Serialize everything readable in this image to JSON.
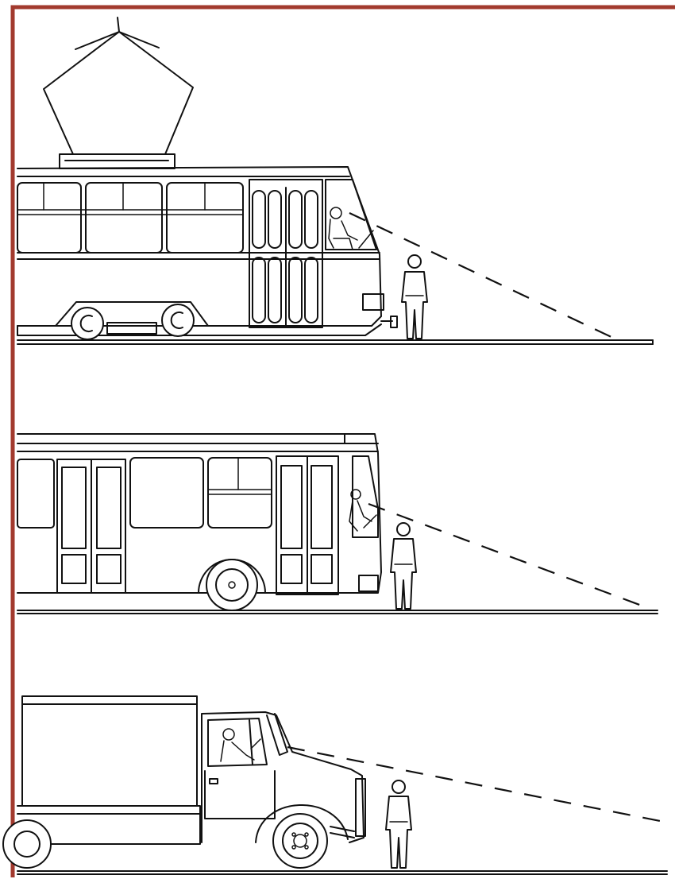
{
  "illustration": {
    "frame_color": "#a23a2e",
    "ink_color": "#111111",
    "background": "#ffffff",
    "panels": [
      {
        "vehicle": "tram",
        "has_driver": true,
        "has_pedestrian": true,
        "sightline": "dashed"
      },
      {
        "vehicle": "bus",
        "has_driver": true,
        "has_pedestrian": true,
        "sightline": "dashed"
      },
      {
        "vehicle": "truck",
        "has_driver": true,
        "has_pedestrian": true,
        "sightline": "dashed"
      }
    ]
  }
}
